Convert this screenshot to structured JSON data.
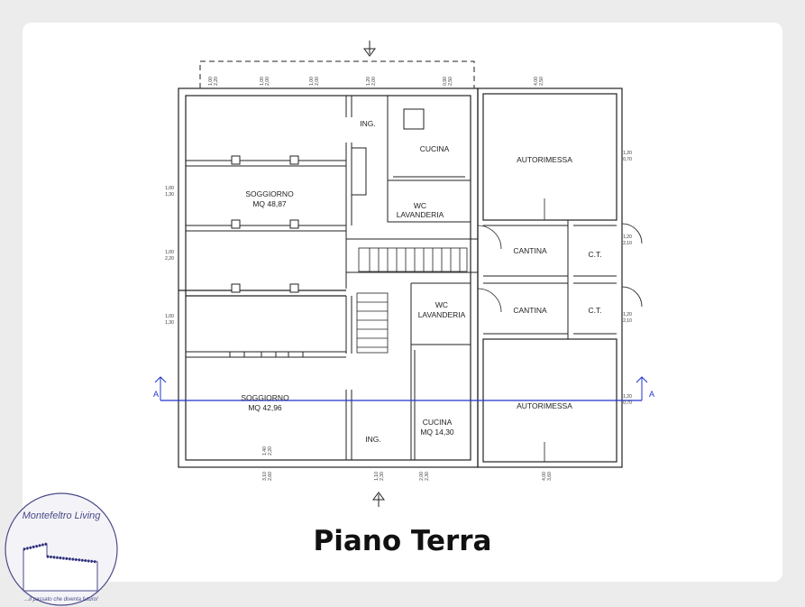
{
  "title": "Piano Terra",
  "logo": {
    "name": "Montefeltro Living",
    "tagline": "...il passato che diventa futuro!",
    "color": "#4a4a8a"
  },
  "section_marker": "A",
  "section_line_color": "#2233cc",
  "rooms": {
    "ing_top": "ING.",
    "cucina_top": "CUCINA",
    "autorimessa_top": "AUTORIMESSA",
    "soggiorno_top": "SOGGIORNO",
    "soggiorno_top_area": "MQ 48,87",
    "wc_top": "WC",
    "lavanderia_top": "LAVANDERIA",
    "cantina_top": "CANTINA",
    "ct_top": "C.T.",
    "wc_bottom": "WC",
    "lavanderia_bottom": "LAVANDERIA",
    "cantina_bottom": "CANTINA",
    "ct_bottom": "C.T.",
    "soggiorno_bottom": "SOGGIORNO",
    "soggiorno_bottom_area": "MQ 42,96",
    "autorimessa_bottom": "AUTORIMESSA",
    "ing_bottom": "ING.",
    "cucina_bottom": "CUCINA",
    "cucina_bottom_area": "MQ 14,30"
  },
  "dimensions": {
    "top": [
      [
        "1,00",
        "2,20"
      ],
      [
        "1,00",
        "2,00"
      ],
      [
        "1,00",
        "2,00"
      ],
      [
        "1,20",
        "2,00"
      ],
      [
        "0,90",
        "2,50"
      ],
      [
        "4,00",
        "2,50"
      ]
    ],
    "left": [
      [
        "1,00",
        "1,30"
      ],
      [
        "1,00",
        "2,20"
      ],
      [
        "1,00",
        "1,30"
      ]
    ],
    "right": [
      [
        "1,20",
        "0,70"
      ],
      [
        "1,20",
        "2,10"
      ],
      [
        "1,20",
        "2,10"
      ],
      [
        "1,20",
        "0,70"
      ]
    ],
    "bottom": [
      [
        "1,40",
        "2,20"
      ],
      [
        "3,10",
        "2,60"
      ],
      [
        "1,10",
        "2,30"
      ],
      [
        "2,00",
        "2,30"
      ],
      [
        "4,00",
        "3,60"
      ]
    ]
  }
}
